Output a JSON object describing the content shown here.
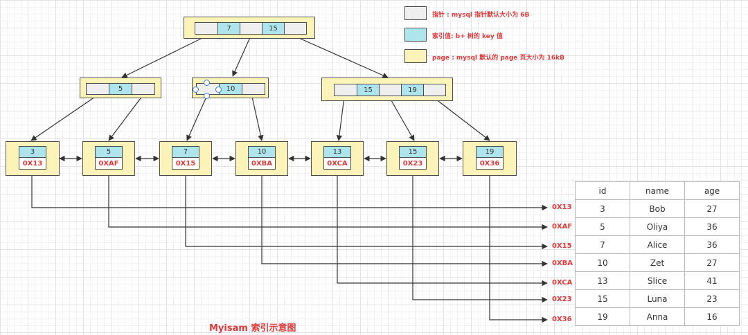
{
  "caption": "Myisam 索引示意图",
  "legend": [
    {
      "label": "指针 : mysql 指针默认大小为 6B",
      "kind": "pointer"
    },
    {
      "label": "索引值: b+ 树的 key 值",
      "kind": "key"
    },
    {
      "label": "page : mysql 默认的 page 页大小为 16kB",
      "kind": "page"
    }
  ],
  "colors": {
    "pointer": "#efefef",
    "key": "#aee4ec",
    "page": "#fcf3b8",
    "accent": "#e03b3b"
  },
  "tree": {
    "root": {
      "keys": [
        "7",
        "15"
      ]
    },
    "internal": [
      {
        "keys": [
          "5"
        ]
      },
      {
        "keys": [
          "10"
        ]
      },
      {
        "keys": [
          "15",
          "19"
        ]
      }
    ],
    "leaves": [
      {
        "key": "3",
        "addr": "0X13"
      },
      {
        "key": "5",
        "addr": "0XAF"
      },
      {
        "key": "7",
        "addr": "0X15"
      },
      {
        "key": "10",
        "addr": "0XBA"
      },
      {
        "key": "13",
        "addr": "0XCA"
      },
      {
        "key": "15",
        "addr": "0X23"
      },
      {
        "key": "19",
        "addr": "0X36"
      }
    ]
  },
  "pointer_targets": [
    "0X13",
    "0XAF",
    "0X15",
    "0XBA",
    "0XCA",
    "0X23",
    "0X36"
  ],
  "table": {
    "headers": [
      "id",
      "name",
      "age"
    ],
    "rows": [
      [
        "3",
        "Bob",
        "27"
      ],
      [
        "5",
        "Oliya",
        "36"
      ],
      [
        "7",
        "Alice",
        "36"
      ],
      [
        "10",
        "Zet",
        "27"
      ],
      [
        "13",
        "Slice",
        "41"
      ],
      [
        "15",
        "Luna",
        "23"
      ],
      [
        "19",
        "Anna",
        "16"
      ]
    ]
  }
}
